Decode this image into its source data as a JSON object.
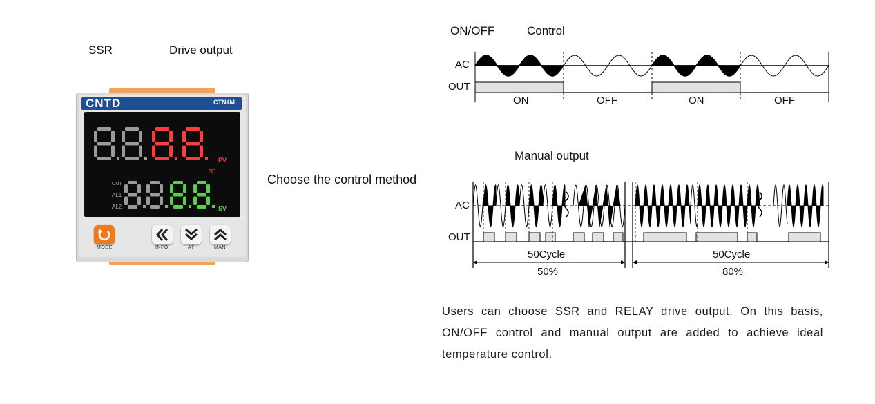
{
  "left": {
    "ssr_label": "SSR",
    "drive_label": "Drive output",
    "choose_label": "Choose the control method"
  },
  "controller": {
    "brand": "CNTD",
    "model": "CTN4M",
    "pv_label": "PV",
    "sv_label": "SV",
    "unit": "°C",
    "indicators": [
      "OUT",
      "AL1",
      "AL2"
    ],
    "buttons": [
      {
        "icon": "mode-icon",
        "label": "MODE"
      },
      {
        "icon": "double-chevron-left-icon",
        "label": "INFO"
      },
      {
        "icon": "double-chevron-down-icon",
        "label": "AT"
      },
      {
        "icon": "double-chevron-up-icon",
        "label": "MAN"
      }
    ],
    "colors": {
      "pv": "#ff3b3b",
      "sv": "#57d14a",
      "dim": "#9a9a9a",
      "brand": "#1e4e94",
      "mode": "#f07a1a"
    }
  },
  "onoff": {
    "title_left": "ON/OFF",
    "title_right": "Control",
    "ac_label": "AC",
    "out_label": "OUT",
    "states": [
      "ON",
      "OFF",
      "ON",
      "OFF"
    ]
  },
  "manual": {
    "title": "Manual output",
    "ac_label": "AC",
    "out_label": "OUT",
    "cycle_left": "50Cycle",
    "cycle_right": "50Cycle",
    "percent_left": "50%",
    "percent_right": "80%"
  },
  "description": "Users can choose SSR and RELAY drive output. On this basis, ON/OFF control and manual output are added to achieve ideal temperature control."
}
